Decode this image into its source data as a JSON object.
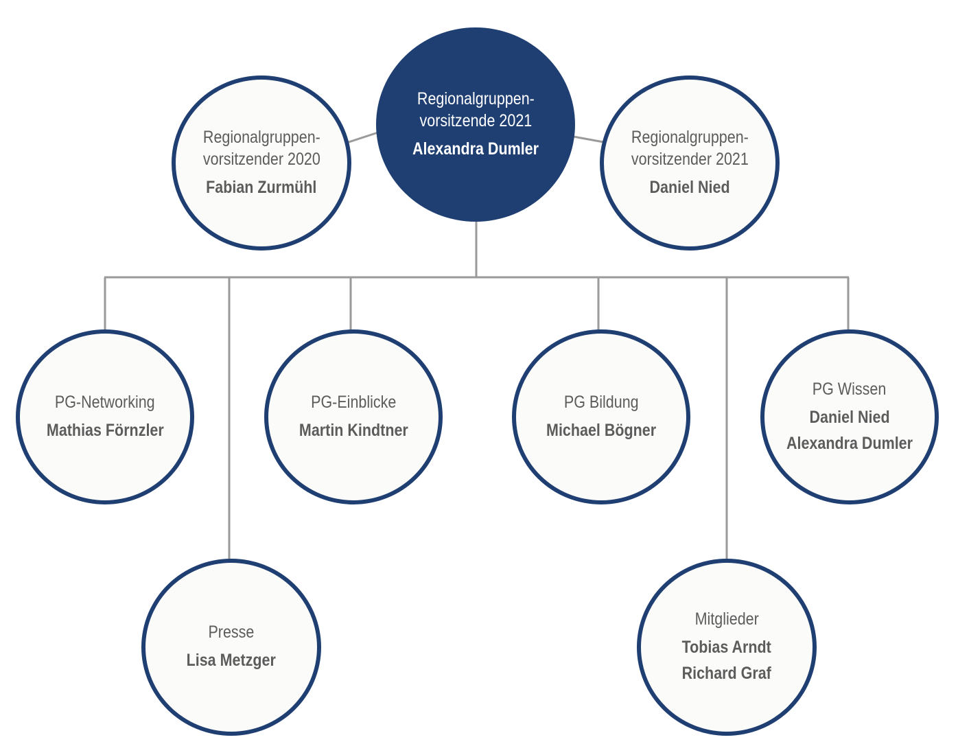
{
  "colors": {
    "primary": "#1f3f73",
    "node_fill": "#fbfbf9",
    "text": "#5c5c5c",
    "connector": "#9a9a9a"
  },
  "nodes": {
    "chair2021_alexandra": {
      "role": "Regionalgruppen-\nvorsitzende 2021",
      "names": [
        "Alexandra Dumler"
      ]
    },
    "chair2020": {
      "role": "Regionalgruppen-\nvorsitzender 2020",
      "names": [
        "Fabian Zurmühl"
      ]
    },
    "chair2021_daniel": {
      "role": "Regionalgruppen-\nvorsitzender 2021",
      "names": [
        "Daniel Nied"
      ]
    },
    "networking": {
      "role": "PG-Networking",
      "names": [
        "Mathias Förnzler"
      ]
    },
    "presse": {
      "role": "Presse",
      "names": [
        "Lisa Metzger"
      ]
    },
    "einblicke": {
      "role": "PG-Einblicke",
      "names": [
        "Martin Kindtner"
      ]
    },
    "bildung": {
      "role": "PG Bildung",
      "names": [
        "Michael Bögner"
      ]
    },
    "mitglieder": {
      "role": "Mitglieder",
      "names": [
        "Tobias Arndt",
        "Richard Graf"
      ]
    },
    "wissen": {
      "role": "PG Wissen",
      "names": [
        "Daniel Nied",
        "Alexandra Dumler"
      ]
    }
  }
}
